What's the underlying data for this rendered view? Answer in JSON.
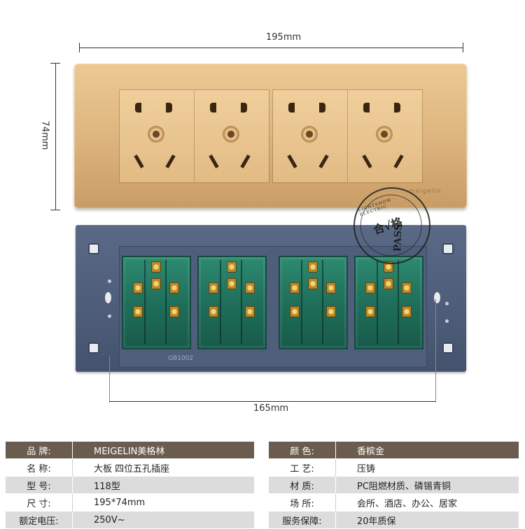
{
  "dimensions": {
    "width_label": "195mm",
    "height_label": "74mm",
    "back_width_label": "165mm"
  },
  "front_panel": {
    "brand_mark": "meigelin",
    "socket_count": 4
  },
  "back_panel": {
    "label": "GB1002"
  },
  "stamp": {
    "top_arc": "LIGHTSHOW · ELECTRIC",
    "center_text": "合√格",
    "bottom_text": "PASS"
  },
  "spec_table_left": [
    {
      "label": "品    牌:",
      "value": "MEIGELIN美格林"
    },
    {
      "label": "名    称:",
      "value": "大板 四位五孔插座"
    },
    {
      "label": "型    号:",
      "value": "118型"
    },
    {
      "label": "尺    寸:",
      "value": "195*74mm"
    },
    {
      "label": "额定电压:",
      "value": "250V~"
    }
  ],
  "spec_table_right": [
    {
      "label": "颜    色:",
      "value": "香槟金"
    },
    {
      "label": "工    艺:",
      "value": "压铸"
    },
    {
      "label": "材    质:",
      "value": "PC阻燃材质、磷锡青铜"
    },
    {
      "label": "场    所:",
      "value": "会所、酒店、办公、居家"
    },
    {
      "label": "服务保障:",
      "value": "20年质保"
    }
  ],
  "colors": {
    "header_bg": "#6a5c4e",
    "gold_panel": "#dcb37c",
    "back_panel": "#4d5c78",
    "module_green": "#1f6f5b"
  }
}
